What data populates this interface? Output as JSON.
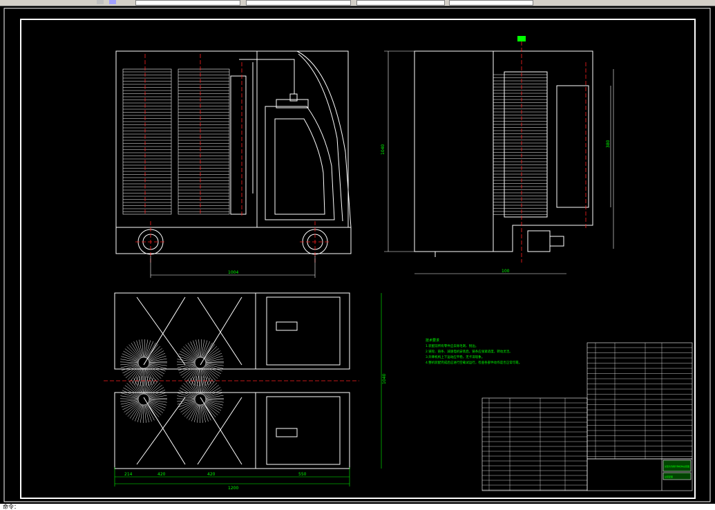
{
  "toolbar": {
    "fields": [
      "",
      "",
      "",
      "",
      ""
    ]
  },
  "drawing": {
    "background": "#000000",
    "line_color": "#ffffff",
    "center_color": "#ff2020",
    "dim_color": "#00ff00",
    "labels": {
      "width_front": "1004",
      "width_side": "380",
      "height_side": "1040",
      "side_offset": "100",
      "width_bottom": "1200",
      "plan_height": "1040",
      "dim_a": "214",
      "dim_b": "420",
      "dim_c": "420",
      "dim_d": "550"
    }
  },
  "notes": {
    "title": "技术要求",
    "lines": [
      "1.装配前所有零件应去除毛刺、锐边。",
      "2.链轮、链条、减速电机安装后，链条应张紧适度，转动灵活。",
      "3.升降机构上下运动应平稳，无卡滞现象。",
      "4.整机装配完成后应进行空载试运行，检查各部件动作是否正常可靠。"
    ]
  },
  "title_block": {
    "name": "某型清洗刷升降机构总装图",
    "sub": "总装配图"
  },
  "cmdline": {
    "text": "命令："
  }
}
